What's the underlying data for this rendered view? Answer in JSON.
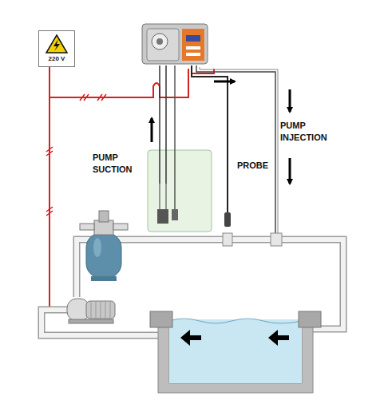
{
  "diagram": {
    "nodes": [
      {
        "text": [
          "220 V"
        ]
      }
    ],
    "labels": [
      "PUMP SUCTION",
      "PROBE",
      "PUMP INJECTION"
    ]
  }
}
